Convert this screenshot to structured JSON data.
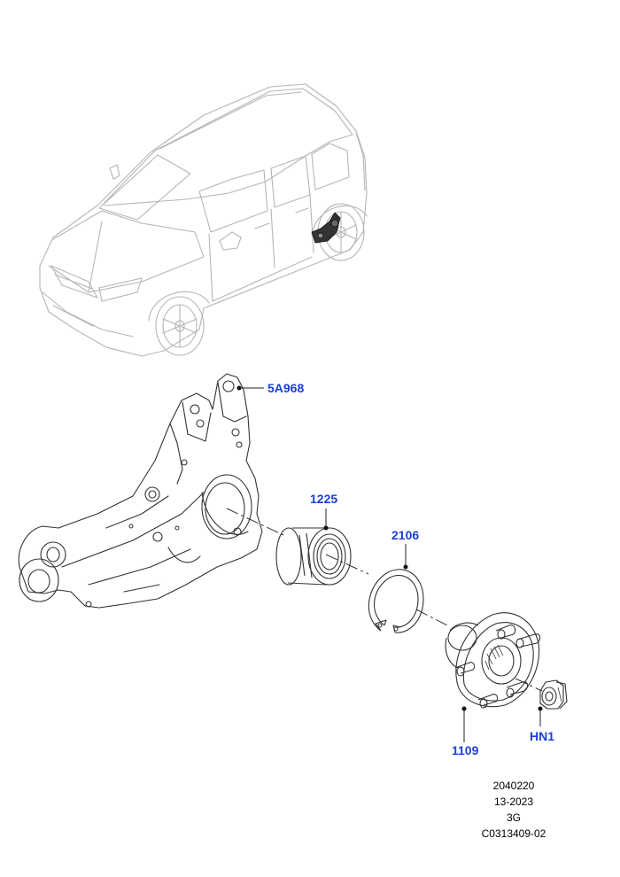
{
  "colors": {
    "label": "#1a3fd6",
    "outline": "#333333",
    "vehicle_outline": "#b5b5b5",
    "background": "#ffffff"
  },
  "vehicle": {
    "icon": "suv-outline-icon",
    "highlighted_area": "rear-right-wheel-hub"
  },
  "parts": [
    {
      "id": "knuckle",
      "label": "5A968",
      "icon": "rear-knuckle-icon"
    },
    {
      "id": "bearing",
      "label": "1225",
      "icon": "wheel-bearing-icon"
    },
    {
      "id": "circlip",
      "label": "2106",
      "icon": "circlip-icon"
    },
    {
      "id": "hub",
      "label": "1109",
      "icon": "wheel-hub-icon"
    },
    {
      "id": "nut",
      "label": "HN1",
      "icon": "hub-nut-icon"
    }
  ],
  "reference": {
    "code": "2040220",
    "date": "13-2023",
    "variant": "3G",
    "illustration_id": "C0313409-02"
  }
}
